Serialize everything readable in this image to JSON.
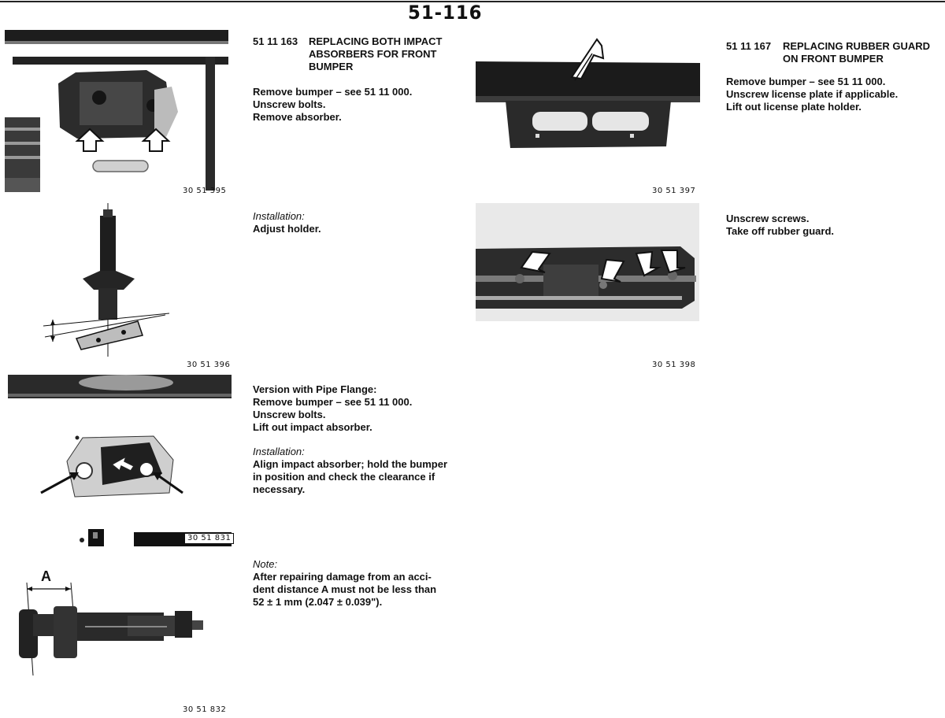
{
  "page": {
    "number": "51-116"
  },
  "section_167": {
    "code": "51 11 167",
    "title_lines": [
      "REPLACING RUBBER GUARD",
      "ON FRONT BUMPER"
    ],
    "steps": [
      "Remove bumper – see 51 11 000.",
      "Unscrew license plate if applicable.",
      "Lift out license plate holder."
    ],
    "steps_2": [
      "Unscrew screws.",
      "Take off rubber guard."
    ]
  },
  "section_163": {
    "code": "51 11 163",
    "title_lines": [
      "REPLACING BOTH IMPACT",
      "ABSORBERS FOR FRONT",
      "BUMPER"
    ],
    "steps": [
      "Remove bumper – see 51 11 000.",
      "Unscrew bolts.",
      "Remove absorber."
    ],
    "installation_label": "Installation:",
    "installation_steps": [
      "Adjust holder."
    ]
  },
  "pipe_flange": {
    "lines": [
      "Version with Pipe Flange:",
      "Remove bumper – see 51 11 000.",
      "Unscrew bolts.",
      "Lift out impact absorber."
    ],
    "installation_label": "Installation:",
    "installation_lines": [
      "Align impact absorber; hold the bumper",
      "in position and check the clearance if",
      "necessary."
    ]
  },
  "note": {
    "label": "Note:",
    "lines": [
      "After repairing damage from an acci-",
      "dent distance A must not be less than",
      "52 ± 1 mm (2.047 ± 0.039\")."
    ]
  },
  "figures": {
    "fig_395": "30 51 395",
    "fig_396": "30 51 396",
    "fig_397": "30 51 397",
    "fig_398": "30 51 398",
    "fig_831": "30 51 831",
    "fig_832": "30 51 832",
    "dimension_label": "A"
  }
}
